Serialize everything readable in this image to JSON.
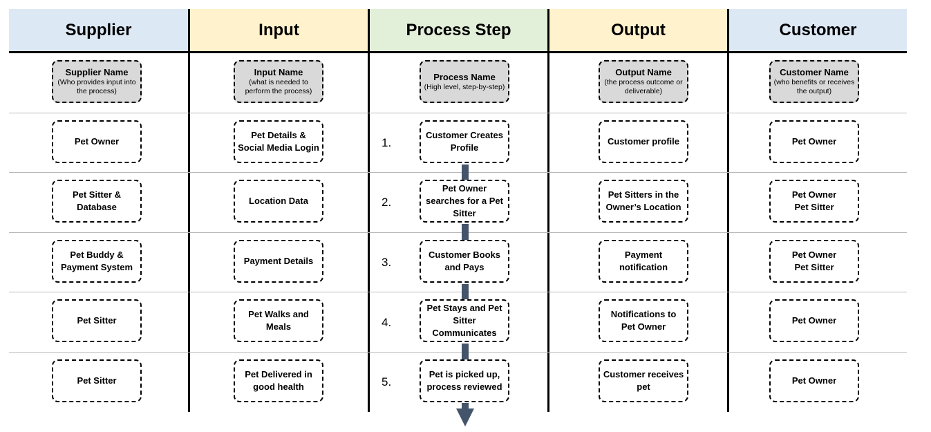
{
  "headers": [
    {
      "label": "Supplier",
      "color": "#dde8f5"
    },
    {
      "label": "Input",
      "color": "#fff2cc"
    },
    {
      "label": "Process Step",
      "color": "#e2efd9"
    },
    {
      "label": "Output",
      "color": "#fff2cc"
    },
    {
      "label": "Customer",
      "color": "#dde8f5"
    }
  ],
  "column_heads": [
    {
      "title": "Supplier Name",
      "sub": "(Who provides input into the process)"
    },
    {
      "title": "Input Name",
      "sub": "(what is needed to perform the process)"
    },
    {
      "title": "Process Name",
      "sub": "(High level, step-by-step)"
    },
    {
      "title": "Output Name",
      "sub": "(the process outcome or deliverable)"
    },
    {
      "title": "Customer Name",
      "sub": "(who benefits or receives the output)"
    }
  ],
  "rows": [
    {
      "num": "1.",
      "supplier": "Pet Owner",
      "input": "Pet Details & Social Media Login",
      "process": "Customer Creates Profile",
      "output": "Customer profile",
      "customer": "Pet Owner"
    },
    {
      "num": "2.",
      "supplier": "Pet Sitter & Database",
      "input": "Location Data",
      "process": "Pet Owner searches for a Pet Sitter",
      "output": "Pet Sitters in the Owner’s Location",
      "customer": "Pet Owner Pet Sitter"
    },
    {
      "num": "3.",
      "supplier": "Pet Buddy & Payment System",
      "input": "Payment Details",
      "process": "Customer Books and Pays",
      "output": "Payment notification",
      "customer": "Pet Owner Pet Sitter"
    },
    {
      "num": "4.",
      "supplier": "Pet Sitter",
      "input": "Pet Walks and Meals",
      "process": "Pet Stays and Pet Sitter Communicates",
      "output": "Notifications to Pet Owner",
      "customer": "Pet Owner"
    },
    {
      "num": "5.",
      "supplier": "Pet Sitter",
      "input": "Pet Delivered in good health",
      "process": "Pet is picked up, process reviewed",
      "output": "Customer receives pet",
      "customer": "Pet Owner"
    }
  ],
  "colors": {
    "connector": "#44546a",
    "header_box": "#d9d9d9"
  }
}
